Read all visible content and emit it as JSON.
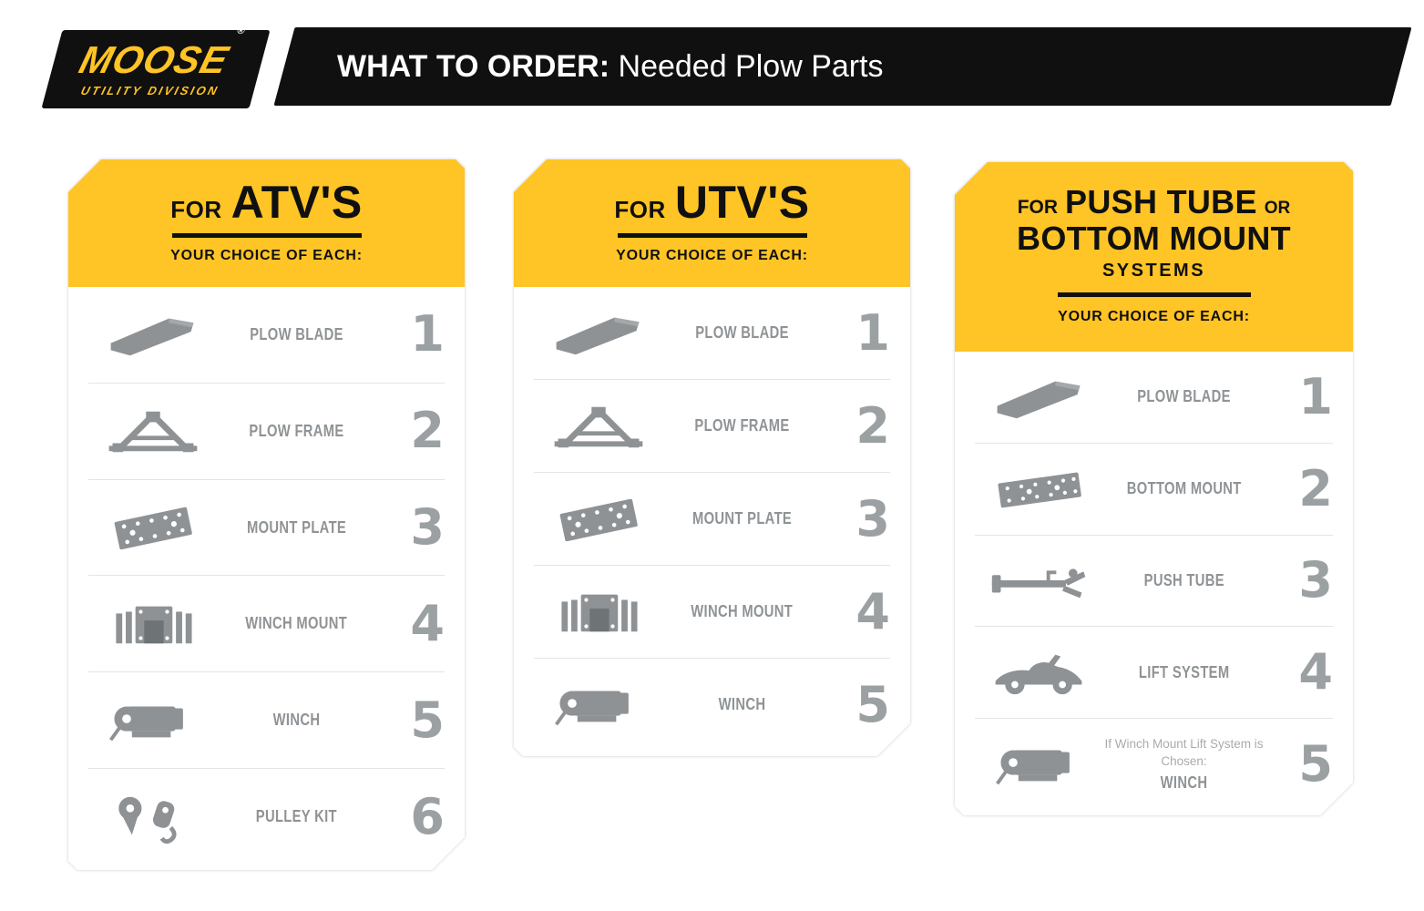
{
  "header": {
    "logo": {
      "brand": "MOOSE",
      "registered": "®",
      "subtitle": "UTILITY DIVISION"
    },
    "title_bold": "WHAT TO ORDER",
    "title_sep": ": ",
    "title_rest": "Needed Plow Parts"
  },
  "colors": {
    "brand_yellow": "#FFC425",
    "banner_black": "#101010",
    "icon_gray": "#8e9295",
    "number_gray": "#9ba0a3"
  },
  "cards": [
    {
      "header": {
        "prefix": "FOR",
        "title": "ATV'S"
      },
      "subtitle": "YOUR CHOICE OF EACH:",
      "rows": [
        {
          "icon": "plow-blade-icon",
          "label": "PLOW BLADE",
          "number": "1"
        },
        {
          "icon": "plow-frame-icon",
          "label": "PLOW FRAME",
          "number": "2"
        },
        {
          "icon": "mount-plate-icon",
          "label": "MOUNT PLATE",
          "number": "3"
        },
        {
          "icon": "winch-mount-icon",
          "label": "WINCH MOUNT",
          "number": "4"
        },
        {
          "icon": "winch-icon",
          "label": "WINCH",
          "number": "5"
        },
        {
          "icon": "pulley-kit-icon",
          "label": "PULLEY KIT",
          "number": "6"
        }
      ]
    },
    {
      "header": {
        "prefix": "FOR",
        "title": "UTV'S"
      },
      "subtitle": "YOUR CHOICE OF EACH:",
      "rows": [
        {
          "icon": "plow-blade-icon",
          "label": "PLOW BLADE",
          "number": "1"
        },
        {
          "icon": "plow-frame-icon",
          "label": "PLOW FRAME",
          "number": "2"
        },
        {
          "icon": "mount-plate-icon",
          "label": "MOUNT PLATE",
          "number": "3"
        },
        {
          "icon": "winch-mount-icon",
          "label": "WINCH MOUNT",
          "number": "4"
        },
        {
          "icon": "winch-icon",
          "label": "WINCH",
          "number": "5"
        }
      ]
    },
    {
      "header": {
        "prefix": "FOR",
        "title": "PUSH TUBE",
        "suffix": "OR",
        "line2": "BOTTOM MOUNT",
        "line3": "SYSTEMS"
      },
      "subtitle": "YOUR CHOICE OF EACH:",
      "rows": [
        {
          "icon": "plow-blade-icon",
          "label": "PLOW BLADE",
          "number": "1"
        },
        {
          "icon": "bottom-mount-icon",
          "label": "BOTTOM MOUNT",
          "number": "2"
        },
        {
          "icon": "push-tube-icon",
          "label": "PUSH TUBE",
          "number": "3"
        },
        {
          "icon": "lift-system-icon",
          "label": "LIFT SYSTEM",
          "number": "4"
        },
        {
          "icon": "winch-icon",
          "note": "If Winch Mount Lift System is Chosen:",
          "label": "WINCH",
          "number": "5"
        }
      ]
    }
  ]
}
